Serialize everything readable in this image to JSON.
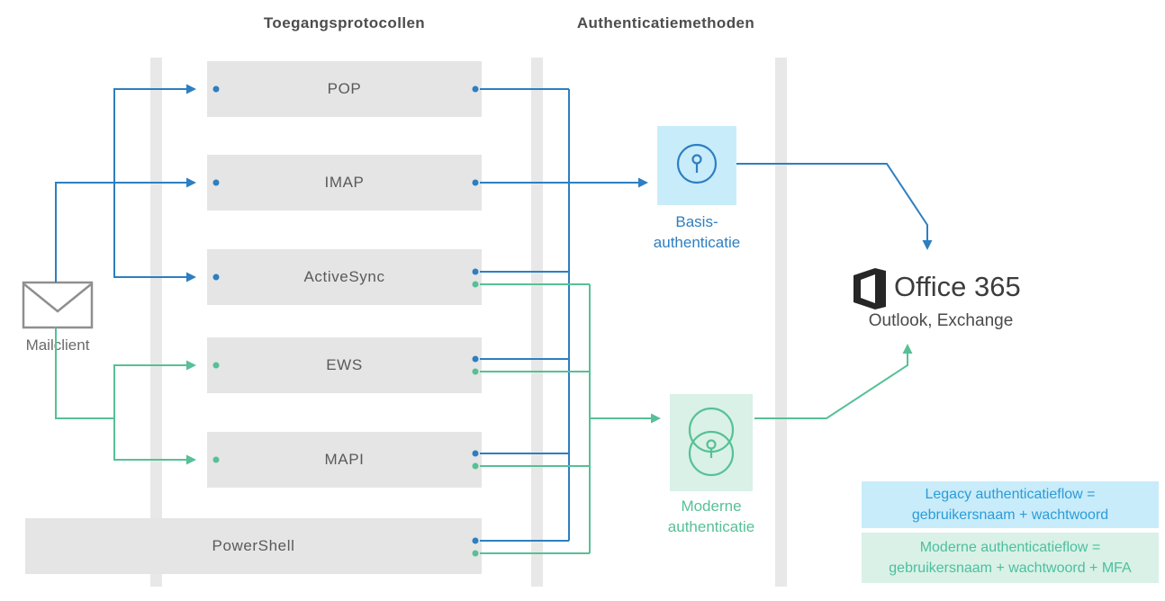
{
  "headers": {
    "protocols": "Toegangsprotocollen",
    "auth": "Authenticatiemethoden"
  },
  "mailclient": {
    "label": "Mailclient"
  },
  "protocols": [
    {
      "label": "POP"
    },
    {
      "label": "IMAP"
    },
    {
      "label": "ActiveSync"
    },
    {
      "label": "EWS"
    },
    {
      "label": "MAPI"
    },
    {
      "label": "PowerShell"
    }
  ],
  "auth_methods": {
    "basic": {
      "line1": "Basis-",
      "line2": "authenticatie"
    },
    "modern": {
      "line1": "Moderne",
      "line2": "authenticatie"
    }
  },
  "office": {
    "title": "Office 365",
    "subtitle": "Outlook, Exchange"
  },
  "legend": {
    "legacy": {
      "line1": "Legacy authenticatieflow =",
      "line2": "gebruikersnaam + wachtwoord"
    },
    "modern": {
      "line1": "Moderne authenticatieflow =",
      "line2": "gebruikersnaam + wachtwoord + MFA"
    }
  },
  "colors": {
    "blue": "#2d7fc1",
    "green": "#57c096",
    "light_blue": "#c9ecfa",
    "light_green": "#d9f1e6",
    "legend_blue_text": "#2b9cd8",
    "legend_green_text": "#4cbf9f",
    "box_gray": "#e5e5e5",
    "box_text_gray": "#5a5a5a"
  }
}
